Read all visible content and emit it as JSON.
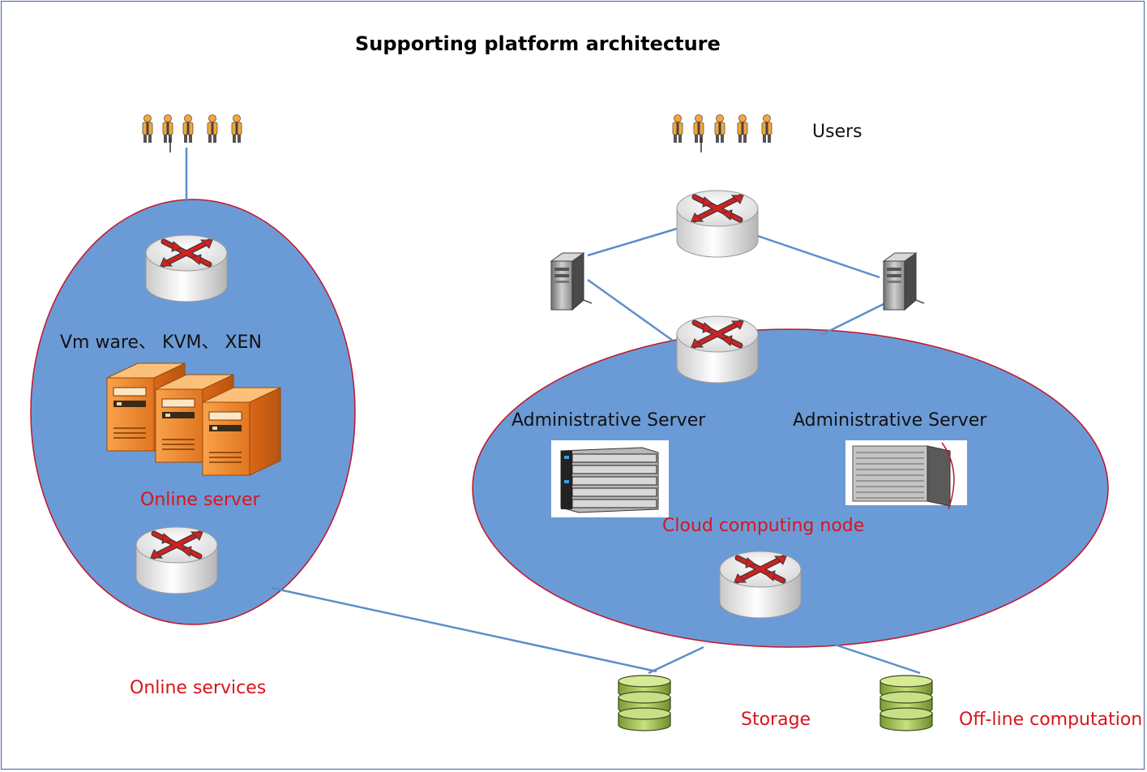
{
  "title": "Supporting platform architecture",
  "labels": {
    "users": "Users",
    "hypervisors": "Vm ware、 KVM、 XEN",
    "online_server": "Online server",
    "online_services": "Online services",
    "admin_server_left": "Administrative Server",
    "admin_server_right": "Administrative Server",
    "cloud_node": "Cloud computing node",
    "storage": "Storage",
    "offline": "Off-line computation"
  },
  "colors": {
    "ellipse_fill": "#6b9bd6",
    "ellipse_stroke": "#c4142a",
    "link_line": "#5b8fc9",
    "label_red": "#d8141e",
    "router_arrow": "#d42020",
    "online_server_orange": "#e8751d",
    "database_green": "#9cbf4e",
    "user_figure": "#f2a640",
    "frame": "#3a64a8"
  },
  "icons": [
    "router-icon",
    "user-icon",
    "tower-server-icon",
    "rack-server-icon",
    "orange-server-icon",
    "database-icon"
  ]
}
